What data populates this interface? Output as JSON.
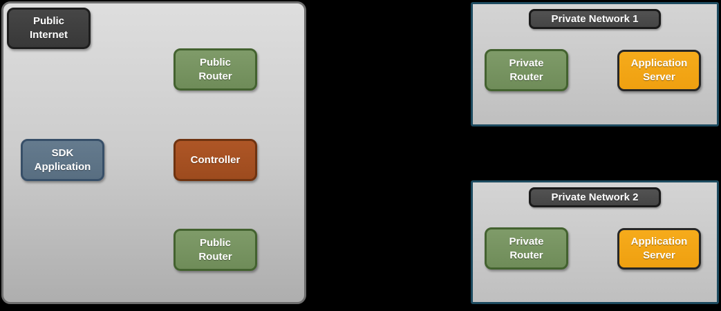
{
  "colors": {
    "background": "#000000",
    "public_zone_fill_top": "#dedede",
    "public_zone_fill_bottom": "#aeaeae",
    "public_zone_border": "#6e6e6e",
    "network_fill_top": "#d4d4d4",
    "network_fill_bottom": "#bfbfbf",
    "network_border": "#1d4b60",
    "dark_node_fill": "#3f3f3f",
    "dark_node_border": "#1e1e1e",
    "green_node_fill": "#77945f",
    "green_node_border": "#43622f",
    "blue_node_fill": "#5e7487",
    "blue_node_border": "#374f68",
    "rust_node_fill": "#a55022",
    "rust_node_border": "#6f3310",
    "orange_node_fill": "#f3a515",
    "orange_node_border": "#272727",
    "text": "#ffffff"
  },
  "public_zone": {
    "public_internet": {
      "lines": [
        "Public",
        "Internet"
      ]
    },
    "public_router_top": {
      "lines": [
        "Public",
        "Router"
      ]
    },
    "sdk_application": {
      "lines": [
        "SDK",
        "Application"
      ]
    },
    "controller": {
      "lines": [
        "Controller"
      ]
    },
    "public_router_bottom": {
      "lines": [
        "Public",
        "Router"
      ]
    }
  },
  "private_network_1": {
    "title": "Private Network 1",
    "private_router": {
      "lines": [
        "Private",
        "Router"
      ]
    },
    "application_server": {
      "lines": [
        "Application",
        "Server"
      ]
    }
  },
  "private_network_2": {
    "title": "Private Network 2",
    "private_router": {
      "lines": [
        "Private",
        "Router"
      ]
    },
    "application_server": {
      "lines": [
        "Application",
        "Server"
      ]
    }
  }
}
